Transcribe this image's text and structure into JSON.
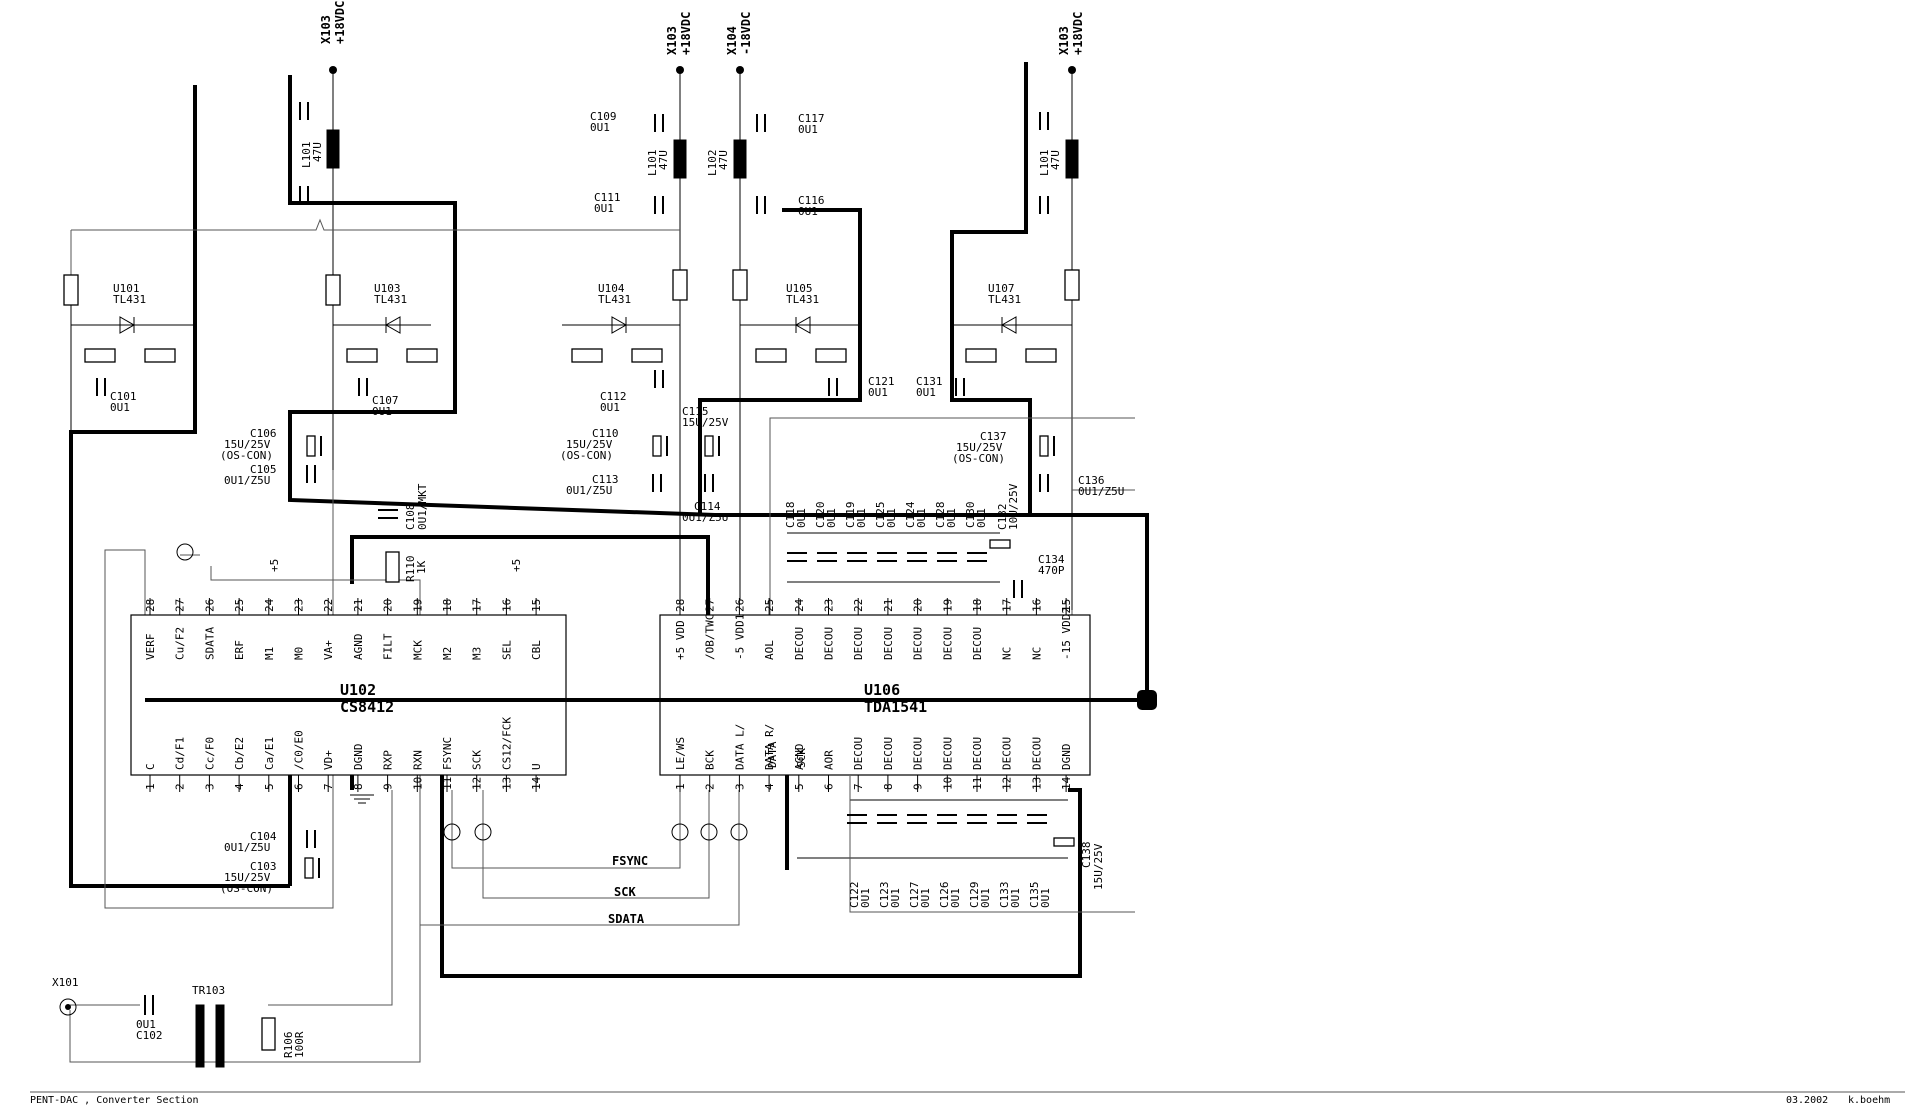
{
  "rails": [
    {
      "id": "x103a",
      "label": "X103",
      "value": "+18VDC"
    },
    {
      "id": "x103b",
      "label": "X103",
      "value": "+18VDC"
    },
    {
      "id": "x104",
      "label": "X104",
      "value": "-18VDC"
    },
    {
      "id": "x103c",
      "label": "X103",
      "value": "+18VDC"
    }
  ],
  "regulators": [
    {
      "id": "u101",
      "ref": "U101",
      "part": "TL431"
    },
    {
      "id": "u103",
      "ref": "U103",
      "part": "TL431"
    },
    {
      "id": "u104",
      "ref": "U104",
      "part": "TL431"
    },
    {
      "id": "u105",
      "ref": "U105",
      "part": "TL431"
    },
    {
      "id": "u107",
      "ref": "U107",
      "part": "TL431"
    }
  ],
  "inductors": [
    {
      "ref": "L101",
      "value": "47U"
    },
    {
      "ref": "L101",
      "value": "47U"
    },
    {
      "ref": "L102",
      "value": "47U"
    },
    {
      "ref": "L101",
      "value": "47U"
    }
  ],
  "capacitors": {
    "c101": {
      "ref": "C101",
      "value": "0U1"
    },
    "c107": {
      "ref": "C107",
      "value": "0U1"
    },
    "c109": {
      "ref": "C109",
      "value": "0U1"
    },
    "c111": {
      "ref": "C111",
      "value": "0U1"
    },
    "c117": {
      "ref": "C117",
      "value": "0U1"
    },
    "c116": {
      "ref": "C116",
      "value": "0U1"
    },
    "c112": {
      "ref": "C112",
      "value": "0U1"
    },
    "c121": {
      "ref": "C121",
      "value": "0U1"
    },
    "c131": {
      "ref": "C131",
      "value": "0U1"
    },
    "c106": {
      "ref": "C106",
      "value": "15U/25V",
      "note": "(OS-CON)"
    },
    "c105": {
      "ref": "C105",
      "value": "0U1/Z5U"
    },
    "c108": {
      "ref": "C108",
      "value": "0U1/MKT"
    },
    "c110": {
      "ref": "C110",
      "value": "15U/25V",
      "note": "(OS-CON)"
    },
    "c113": {
      "ref": "C113",
      "value": "0U1/Z5U"
    },
    "c115": {
      "ref": "C115",
      "value": "15U/25V"
    },
    "c114": {
      "ref": "C114",
      "value": "0U1/Z5U"
    },
    "c137": {
      "ref": "C137",
      "value": "15U/25V",
      "note": "(OS-CON)"
    },
    "c136": {
      "ref": "C136",
      "value": "0U1/Z5U"
    },
    "c134": {
      "ref": "C134",
      "value": "470P"
    },
    "c104": {
      "ref": "C104",
      "value": "0U1/Z5U"
    },
    "c103": {
      "ref": "C103",
      "value": "15U/25V",
      "note": "(OS-CON)"
    },
    "c102": {
      "ref": "C102",
      "value": "0U1"
    },
    "c138": {
      "ref": "C138",
      "value": "15U/25V"
    },
    "c132": {
      "ref": "C132",
      "value": "10U/25V"
    }
  },
  "decou_top": [
    {
      "ref": "C118",
      "value": "0U1"
    },
    {
      "ref": "C120",
      "value": "0U1"
    },
    {
      "ref": "C119",
      "value": "0U1"
    },
    {
      "ref": "C125",
      "value": "0U1"
    },
    {
      "ref": "C124",
      "value": "0U1"
    },
    {
      "ref": "C128",
      "value": "0U1"
    },
    {
      "ref": "C130",
      "value": "0U1"
    }
  ],
  "decou_bottom": [
    {
      "ref": "C122",
      "value": "0U1"
    },
    {
      "ref": "C123",
      "value": "0U1"
    },
    {
      "ref": "C127",
      "value": "0U1"
    },
    {
      "ref": "C126",
      "value": "0U1"
    },
    {
      "ref": "C129",
      "value": "0U1"
    },
    {
      "ref": "C133",
      "value": "0U1"
    },
    {
      "ref": "C135",
      "value": "0U1"
    }
  ],
  "resistors": {
    "r110": {
      "ref": "R110",
      "value": "1K"
    },
    "r106": {
      "ref": "R106",
      "value": "100R"
    }
  },
  "u102": {
    "ref": "U102",
    "part": "CS8412",
    "top_pins": [
      {
        "num": "28",
        "name": "VERF"
      },
      {
        "num": "27",
        "name": "Cu/F2"
      },
      {
        "num": "26",
        "name": "SDATA"
      },
      {
        "num": "25",
        "name": "ERF"
      },
      {
        "num": "24",
        "name": "M1"
      },
      {
        "num": "23",
        "name": "M0"
      },
      {
        "num": "22",
        "name": "VA+"
      },
      {
        "num": "21",
        "name": "AGND"
      },
      {
        "num": "20",
        "name": "FILT"
      },
      {
        "num": "19",
        "name": "MCK"
      },
      {
        "num": "18",
        "name": "M2"
      },
      {
        "num": "17",
        "name": "M3"
      },
      {
        "num": "16",
        "name": "SEL"
      },
      {
        "num": "15",
        "name": "CBL"
      }
    ],
    "bottom_pins": [
      {
        "num": "1",
        "name": "C"
      },
      {
        "num": "2",
        "name": "Cd/F1"
      },
      {
        "num": "3",
        "name": "Cc/F0"
      },
      {
        "num": "4",
        "name": "Cb/E2"
      },
      {
        "num": "5",
        "name": "Ca/E1"
      },
      {
        "num": "6",
        "name": "/C0/E0"
      },
      {
        "num": "7",
        "name": "VD+"
      },
      {
        "num": "8",
        "name": "DGND"
      },
      {
        "num": "9",
        "name": "RXP"
      },
      {
        "num": "10",
        "name": "RXN"
      },
      {
        "num": "11",
        "name": "FSYNC"
      },
      {
        "num": "12",
        "name": "SCK"
      },
      {
        "num": "13",
        "name": "CS12/FCK"
      },
      {
        "num": "14",
        "name": "U"
      }
    ],
    "plus5": "+5"
  },
  "u106": {
    "ref": "U106",
    "part": "TDA1541",
    "top_pins": [
      {
        "num": "28",
        "name": "+5 VDD"
      },
      {
        "num": "27",
        "name": "/OB/TWC"
      },
      {
        "num": "26",
        "name": "-5 VDD1"
      },
      {
        "num": "25",
        "name": "AOL"
      },
      {
        "num": "24",
        "name": "DECOU"
      },
      {
        "num": "23",
        "name": "DECOU"
      },
      {
        "num": "22",
        "name": "DECOU"
      },
      {
        "num": "21",
        "name": "DECOU"
      },
      {
        "num": "20",
        "name": "DECOU"
      },
      {
        "num": "19",
        "name": "DECOU"
      },
      {
        "num": "18",
        "name": "DECOU"
      },
      {
        "num": "17",
        "name": "NC"
      },
      {
        "num": "16",
        "name": "NC"
      },
      {
        "num": "15",
        "name": "-15 VDD2"
      }
    ],
    "bottom_pins": [
      {
        "num": "1",
        "name": "LE/WS"
      },
      {
        "num": "2",
        "name": "BCK"
      },
      {
        "num": "3",
        "name": "DATA L/"
      },
      {
        "num": "4",
        "name": "DATA R/"
      },
      {
        "num": "5",
        "name": "AGND"
      },
      {
        "num": "6",
        "name": "AOR"
      },
      {
        "num": "7",
        "name": "DECOU"
      },
      {
        "num": "8",
        "name": "DECOU"
      },
      {
        "num": "9",
        "name": "DECOU"
      },
      {
        "num": "10",
        "name": "DECOU"
      },
      {
        "num": "11",
        "name": "DECOU"
      },
      {
        "num": "12",
        "name": "DECOU"
      },
      {
        "num": "13",
        "name": "DECOU"
      },
      {
        "num": "14",
        "name": "DGND"
      }
    ],
    "data_lr_sub": [
      "DATA",
      "SCK"
    ]
  },
  "signals": {
    "fsync": "FSYNC",
    "sck": "SCK",
    "sdata": "SDATA"
  },
  "input": {
    "connector": "X101",
    "transformer": "TR103"
  },
  "footer": {
    "title": "PENT-DAC , Converter Section",
    "date": "03.2002",
    "author": "k.boehm"
  }
}
